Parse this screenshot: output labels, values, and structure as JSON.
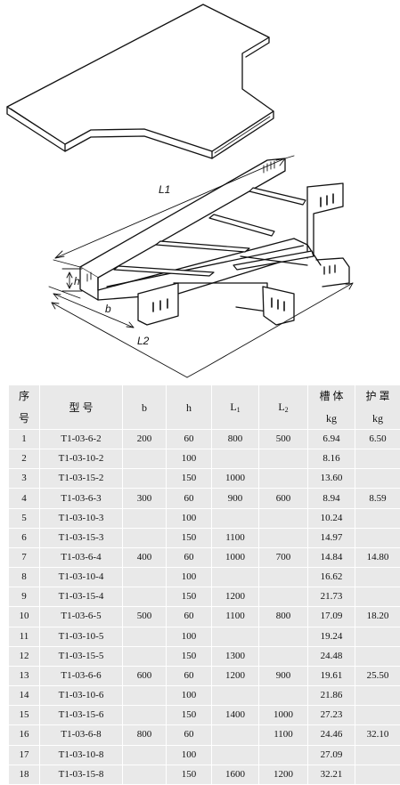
{
  "diagram": {
    "labels": {
      "l1": "L1",
      "l2": "L2",
      "b": "b",
      "h": "h"
    }
  },
  "table": {
    "headers": {
      "seq_top": "序",
      "seq_bottom": "号",
      "model": "型  号",
      "b": "b",
      "h": "h",
      "l1_main": "L",
      "l1_sub": "1",
      "l2_main": "L",
      "l2_sub": "2",
      "body_top": "槽 体",
      "body_bottom": "kg",
      "cover_top": "护 罩",
      "cover_bottom": "kg"
    },
    "rows": [
      {
        "no": "1",
        "model": "T1-03-6-2",
        "b": "200",
        "h": "60",
        "l1": "800",
        "l2": "500",
        "body": "6.94",
        "cover": "6.50"
      },
      {
        "no": "2",
        "model": "T1-03-10-2",
        "b": "",
        "h": "100",
        "l1": "",
        "l2": "",
        "body": "8.16",
        "cover": ""
      },
      {
        "no": "3",
        "model": "T1-03-15-2",
        "b": "",
        "h": "150",
        "l1": "1000",
        "l2": "",
        "body": "13.60",
        "cover": ""
      },
      {
        "no": "4",
        "model": "T1-03-6-3",
        "b": "300",
        "h": "60",
        "l1": "900",
        "l2": "600",
        "body": "8.94",
        "cover": "8.59"
      },
      {
        "no": "5",
        "model": "T1-03-10-3",
        "b": "",
        "h": "100",
        "l1": "",
        "l2": "",
        "body": "10.24",
        "cover": ""
      },
      {
        "no": "6",
        "model": "T1-03-15-3",
        "b": "",
        "h": "150",
        "l1": "1100",
        "l2": "",
        "body": "14.97",
        "cover": ""
      },
      {
        "no": "7",
        "model": "T1-03-6-4",
        "b": "400",
        "h": "60",
        "l1": "1000",
        "l2": "700",
        "body": "14.84",
        "cover": "14.80"
      },
      {
        "no": "8",
        "model": "T1-03-10-4",
        "b": "",
        "h": "100",
        "l1": "",
        "l2": "",
        "body": "16.62",
        "cover": ""
      },
      {
        "no": "9",
        "model": "T1-03-15-4",
        "b": "",
        "h": "150",
        "l1": "1200",
        "l2": "",
        "body": "21.73",
        "cover": ""
      },
      {
        "no": "10",
        "model": "T1-03-6-5",
        "b": "500",
        "h": "60",
        "l1": "1100",
        "l2": "800",
        "body": "17.09",
        "cover": "18.20"
      },
      {
        "no": "11",
        "model": "T1-03-10-5",
        "b": "",
        "h": "100",
        "l1": "",
        "l2": "",
        "body": "19.24",
        "cover": ""
      },
      {
        "no": "12",
        "model": "T1-03-15-5",
        "b": "",
        "h": "150",
        "l1": "1300",
        "l2": "",
        "body": "24.48",
        "cover": ""
      },
      {
        "no": "13",
        "model": "T1-03-6-6",
        "b": "600",
        "h": "60",
        "l1": "1200",
        "l2": "900",
        "body": "19.61",
        "cover": "25.50"
      },
      {
        "no": "14",
        "model": "T1-03-10-6",
        "b": "",
        "h": "100",
        "l1": "",
        "l2": "",
        "body": "21.86",
        "cover": ""
      },
      {
        "no": "15",
        "model": "T1-03-15-6",
        "b": "",
        "h": "150",
        "l1": "1400",
        "l2": "1000",
        "body": "27.23",
        "cover": ""
      },
      {
        "no": "16",
        "model": "T1-03-6-8",
        "b": "800",
        "h": "60",
        "l1": "",
        "l2": "1100",
        "body": "24.46",
        "cover": "32.10"
      },
      {
        "no": "17",
        "model": "T1-03-10-8",
        "b": "",
        "h": "100",
        "l1": "",
        "l2": "",
        "body": "27.09",
        "cover": ""
      },
      {
        "no": "18",
        "model": "T1-03-15-8",
        "b": "",
        "h": "150",
        "l1": "1600",
        "l2": "1200",
        "body": "32.21",
        "cover": ""
      }
    ]
  }
}
